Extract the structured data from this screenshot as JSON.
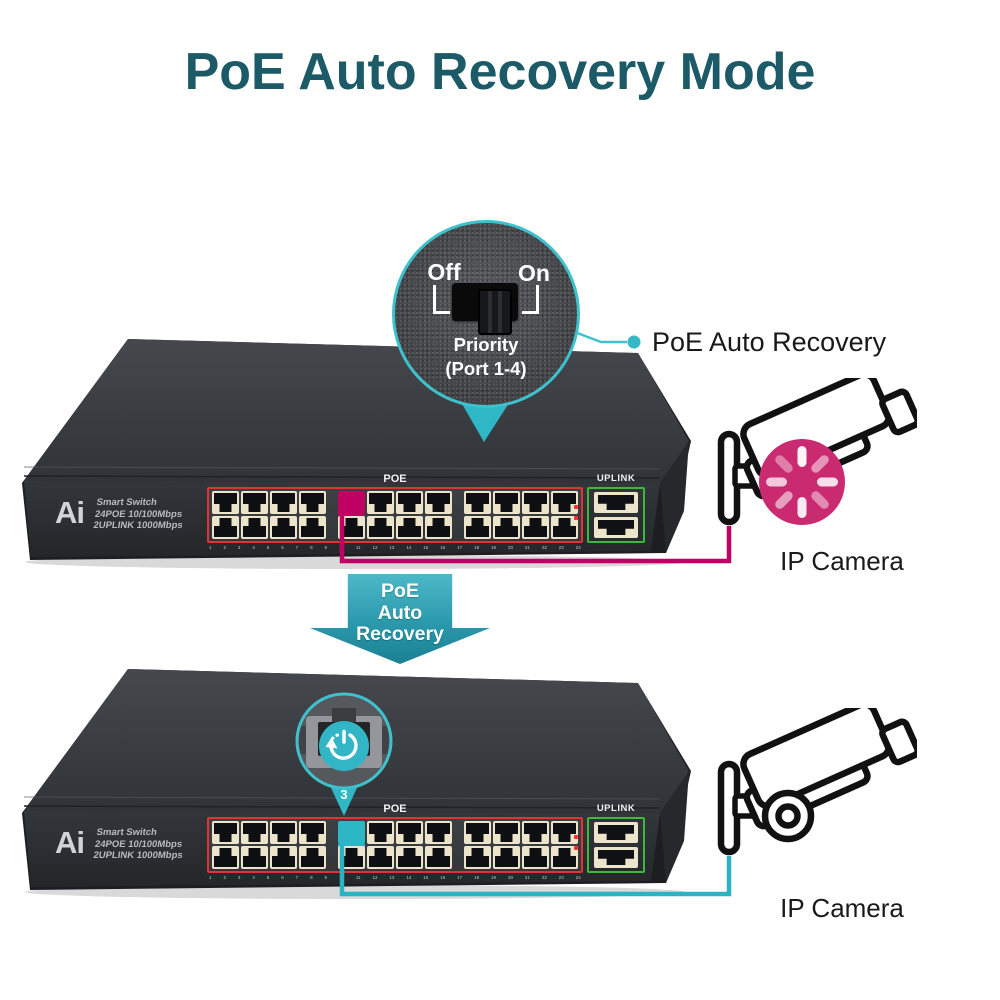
{
  "title": "PoE Auto Recovery Mode",
  "magnifier": {
    "off_label": "Off",
    "on_label": "On",
    "caption_line1": "Priority",
    "caption_line2": "(Port 1-4)"
  },
  "callout_label": "PoE Auto Recovery",
  "switch": {
    "logo": "Ai",
    "tagline_line1": "Smart Switch",
    "tagline_line2": "24POE 10/100Mbps",
    "tagline_line3": "2UPLINK 1000Mbps",
    "poe_group_label": "POE",
    "uplink_group_label": "UPLINK",
    "poe_port_count": 24,
    "uplink_port_count": 2,
    "highlighted_port": 9
  },
  "flow_arrow": {
    "line1": "PoE",
    "line2": "Auto",
    "line3": "Recovery"
  },
  "recovery_badge": {
    "value": "3"
  },
  "cameras": {
    "top_label": "IP Camera",
    "bottom_label": "IP Camera"
  },
  "colors": {
    "teal_accent": "#2fb7c6",
    "title_teal": "#1b5a66",
    "pink_line": "#c00063",
    "pink_circle": "#ca2a6f",
    "red_port_frame": "#e23333",
    "green_uplink_frame": "#3cb93c"
  }
}
